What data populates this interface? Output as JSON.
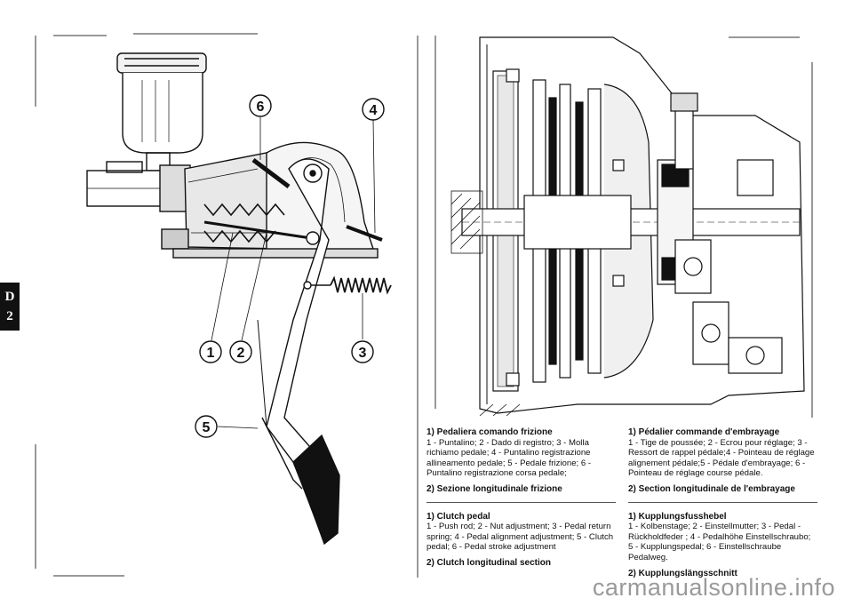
{
  "side_tab": {
    "letter": "D",
    "number": "2"
  },
  "callouts": {
    "c6": "6",
    "c4": "4",
    "c1": "1",
    "c2": "2",
    "c3": "3",
    "c5": "5"
  },
  "captions": {
    "italian": {
      "title": "1) Pedaliera comando frizione",
      "body": "1 - Puntalino; 2 - Dado di registro; 3 - Molla richiamo pedale; 4 - Puntalino registrazione allineamento pedale; 5 - Pedale frizione; 6 - Puntalino registrazione corsa pedale;",
      "section": "2) Sezione longitudinale frizione"
    },
    "english": {
      "title": "1) Clutch pedal",
      "body": "1 - Push rod; 2 - Nut adjustment; 3 - Pedal return spring; 4 - Pedal alignment adjustment; 5 - Clutch pedal; 6 - Pedal stroke adjustment",
      "section": "2) Clutch longitudinal section"
    },
    "french": {
      "title": "1) Pédalier commande d'embrayage",
      "body": "1 - Tige de poussée; 2 - Ecrou pour réglage; 3 - Ressort de rappel pédale;4 - Pointeau de réglage alignement pédale;5 - Pédale d'embrayage; 6 - Pointeau de réglage course pédale.",
      "section": "2) Section longitudinale de l'embrayage"
    },
    "german": {
      "title": "1) Kupplungsfusshebel",
      "body": "1 - Kolbenstage; 2 - Einstellmutter; 3 - Pedal - Rückholdfeder ; 4 - Pedalhöhe Einstellschraubo; 5 - Kupplungspedal; 6 - Einstellschraube Pedalweg.",
      "section": "2) Kupplungslängsschnitt"
    }
  },
  "watermark": "carmanualsonline.info"
}
